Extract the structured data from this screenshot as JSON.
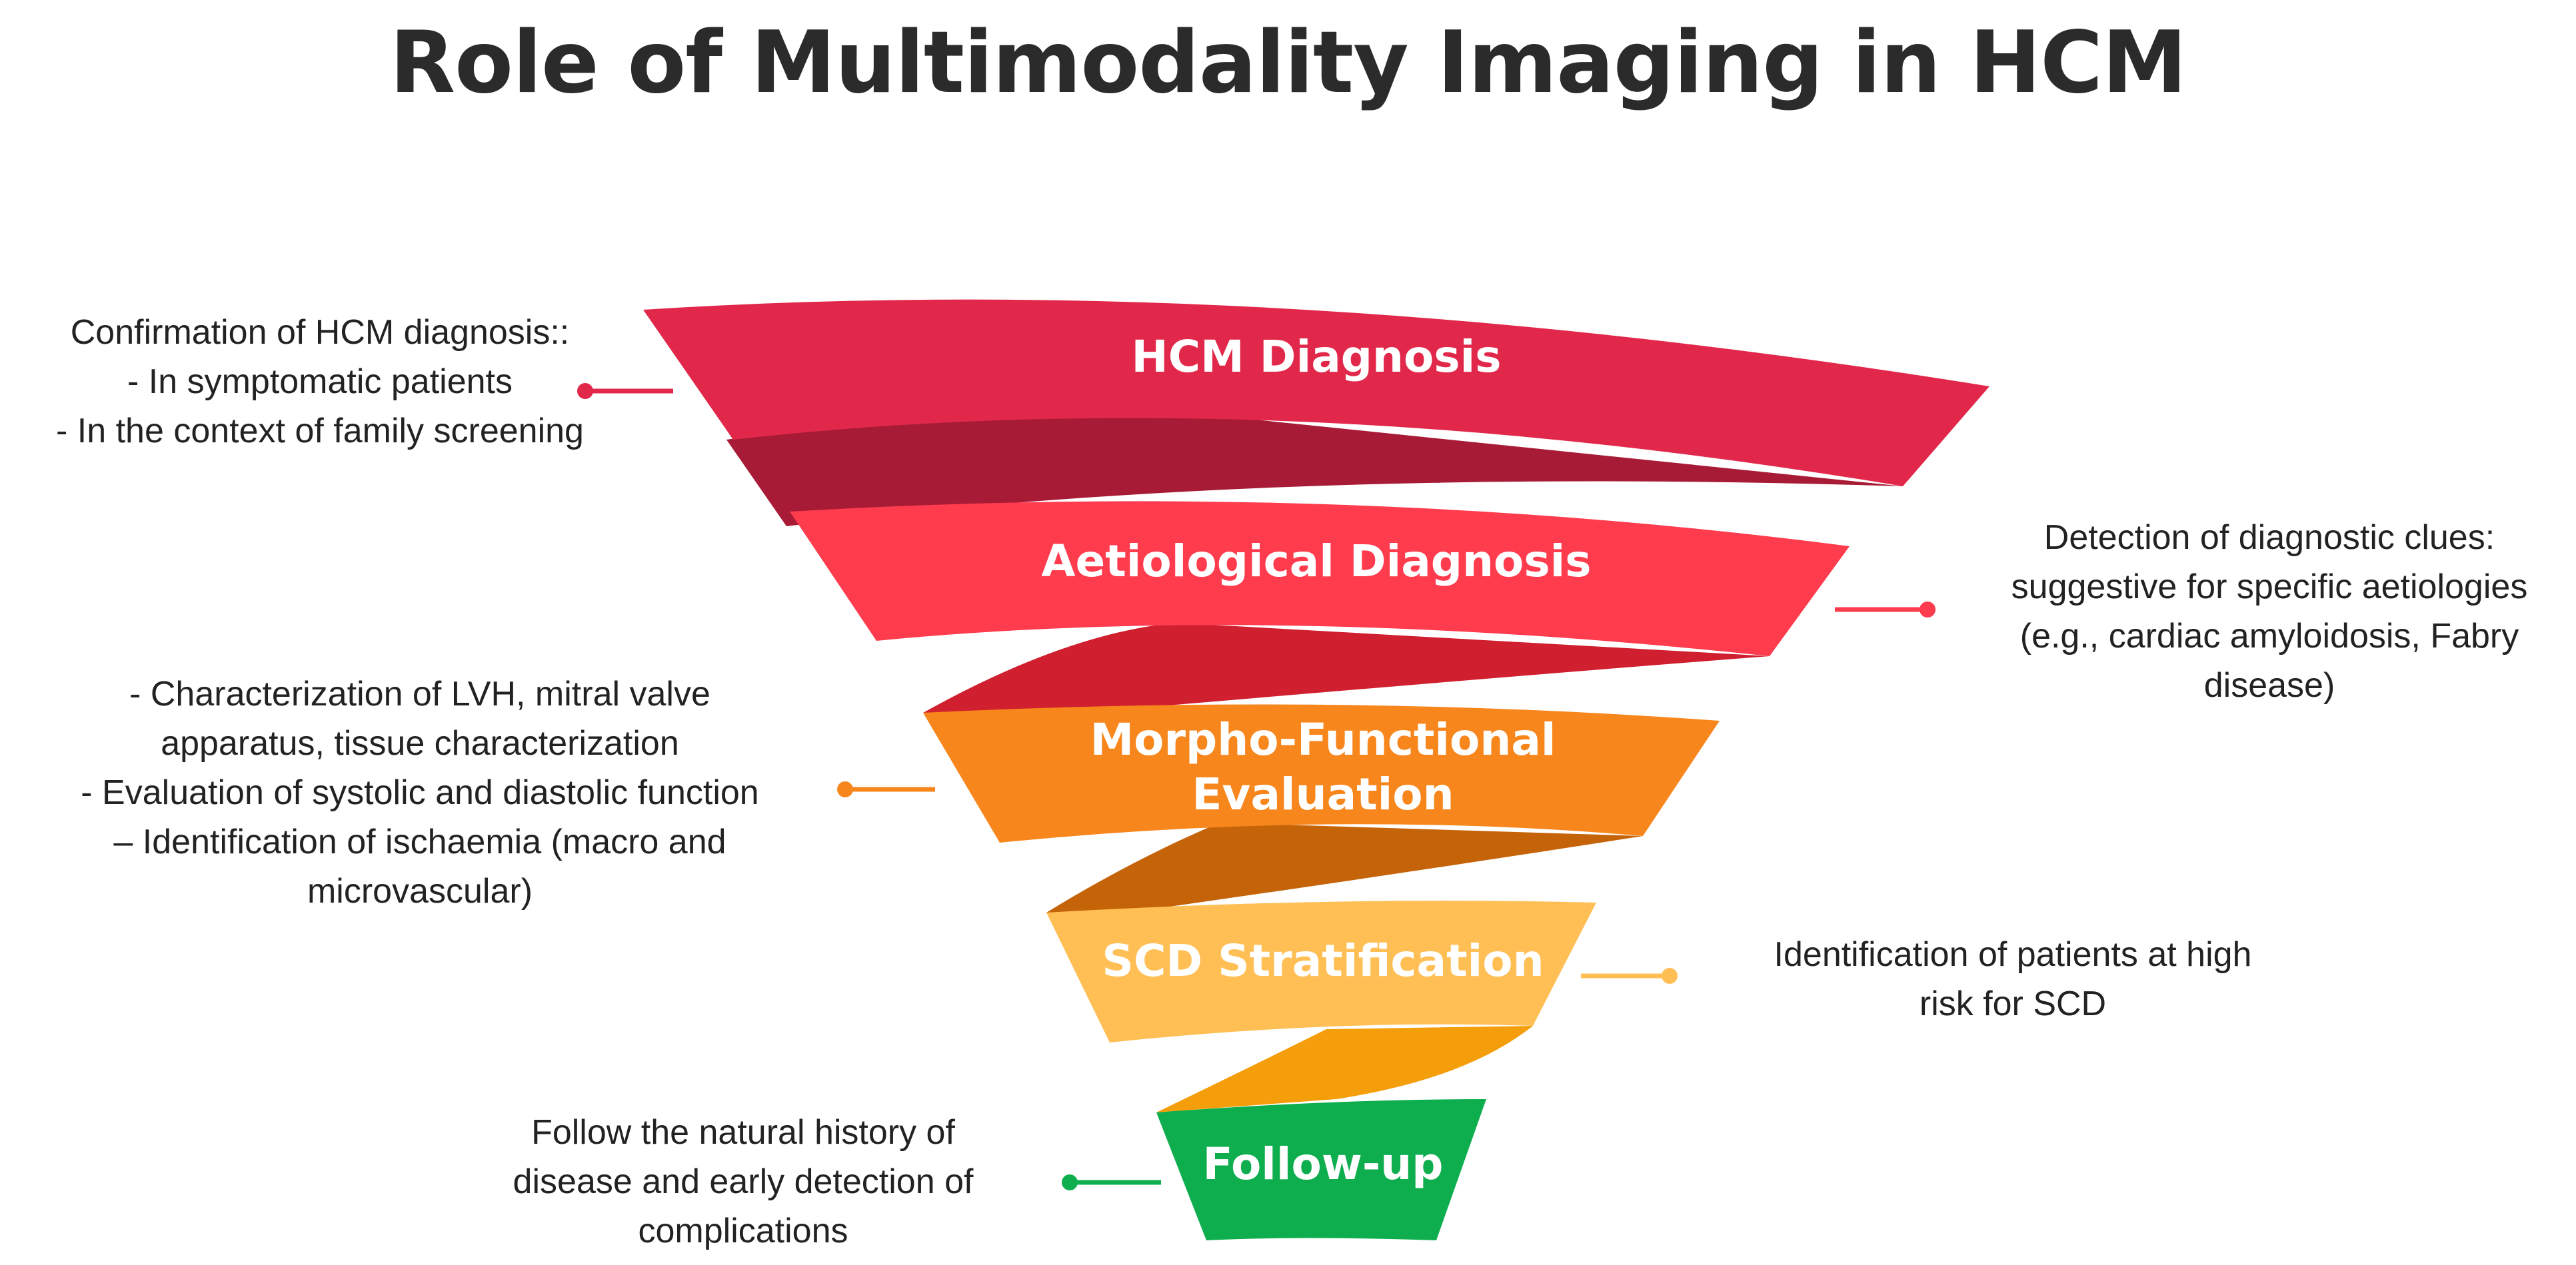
{
  "title": "Role of Multimodality Imaging in HCM",
  "colors": {
    "diagnosis": "#E1284A",
    "diagnosis_fold": "#A81B36",
    "aetiology": "#FF3B4E",
    "aetiology_fold": "#D01F2F",
    "morpho": "#F7861C",
    "morpho_fold": "#C56308",
    "scd": "#FFBF55",
    "scd_fold": "#F59E0B",
    "followup": "#0EAE4F"
  },
  "stages": [
    {
      "label": "HCM Diagnosis"
    },
    {
      "label": "Aetiological Diagnosis"
    },
    {
      "label_line1": "Morpho-Functional",
      "label_line2": "Evaluation"
    },
    {
      "label": "SCD Stratification"
    },
    {
      "label": "Follow-up"
    }
  ],
  "notes": {
    "diagnosis": [
      "Confirmation of HCM diagnosis::",
      "-   In symptomatic patients",
      "-   In the context of family screening"
    ],
    "aetiology": [
      "Detection of diagnostic clues:",
      "suggestive for specific aetiologies",
      "(e.g., cardiac amyloidosis, Fabry",
      "disease)"
    ],
    "morpho": [
      "-   Characterization of LVH, mitral valve",
      "apparatus, tissue characterization",
      "- Evaluation of systolic and diastolic function",
      "– Identification of ischaemia (macro and",
      "microvascular)"
    ],
    "scd": [
      "Identification of patients at high",
      "risk for SCD"
    ],
    "followup": [
      "Follow the natural history of",
      "disease and early detection of",
      "complications"
    ]
  }
}
